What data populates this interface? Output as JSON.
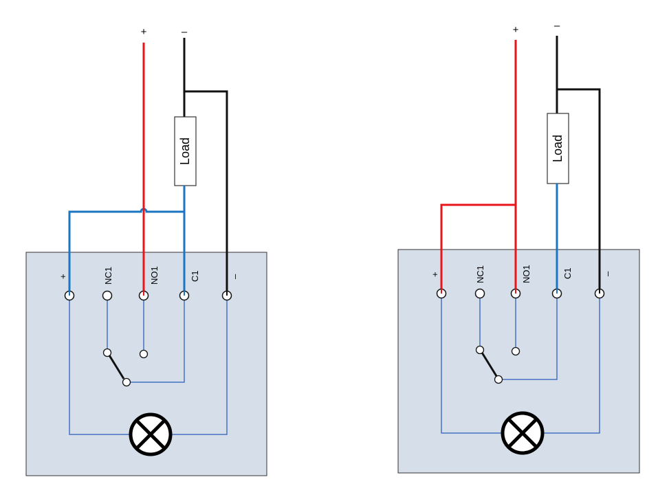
{
  "colors": {
    "positive_wire": "#e8151b",
    "negative_wire": "#111111",
    "signal_wire": "#1b75c2",
    "internal_wire": "#4472c4",
    "module_fill": "#d6dee9",
    "module_border": "#333333"
  },
  "icons": {
    "lamp": "lamp-cross-icon",
    "relay": "relay-switch-icon"
  },
  "diagrams": [
    {
      "id": "left",
      "supply_positive": "+",
      "supply_negative": "–",
      "load_label": "Load",
      "terminals": [
        "+",
        "NC1",
        "NO1",
        "C1",
        "–"
      ]
    },
    {
      "id": "right",
      "supply_positive": "+",
      "supply_negative": "–",
      "load_label": "Load",
      "terminals": [
        "+",
        "NC1",
        "NO1",
        "C1",
        "–"
      ]
    }
  ]
}
